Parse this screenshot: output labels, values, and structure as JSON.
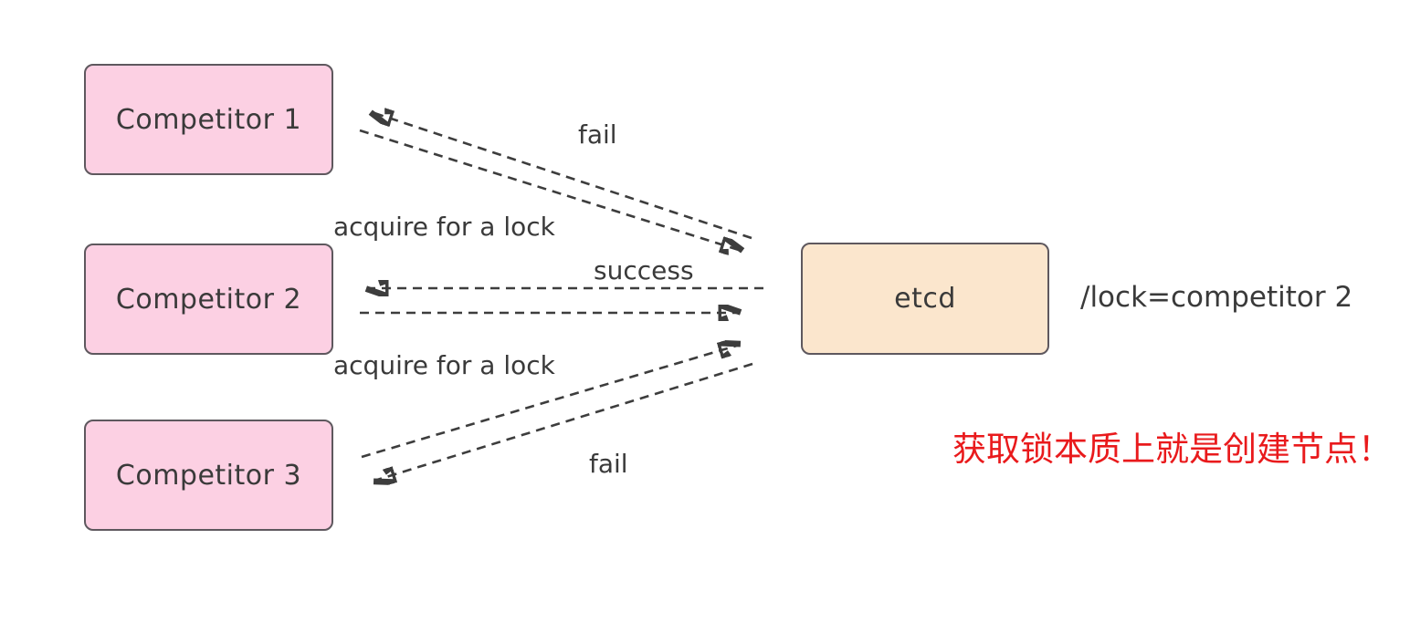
{
  "nodes": {
    "competitor1": {
      "label": "Competitor 1"
    },
    "competitor2": {
      "label": "Competitor 2"
    },
    "competitor3": {
      "label": "Competitor 3"
    },
    "etcd": {
      "label": "etcd"
    }
  },
  "edges": {
    "c1_request": {
      "from": "competitor1",
      "to": "etcd",
      "label": "acquire for a lock",
      "style": "dashed"
    },
    "c1_response": {
      "from": "etcd",
      "to": "competitor1",
      "label": "fail",
      "style": "dashed"
    },
    "c2_request": {
      "from": "competitor2",
      "to": "etcd",
      "label": "",
      "style": "dashed"
    },
    "c2_response": {
      "from": "etcd",
      "to": "competitor2",
      "label": "success",
      "style": "dashed"
    },
    "c3_request": {
      "from": "competitor3",
      "to": "etcd",
      "label": "acquire for a lock",
      "style": "dashed"
    },
    "c3_response": {
      "from": "etcd",
      "to": "competitor3",
      "label": "fail",
      "style": "dashed"
    }
  },
  "annotations": {
    "lock_value": "/lock=competitor 2",
    "note_cn": "获取锁本质上就是创建节点！"
  },
  "colors": {
    "competitor-fill": "#fcd0e3",
    "etcd-fill": "#fbe6cd",
    "node-border": "#5e585e",
    "arrow-color": "#3d3d3d",
    "text-color": "#3a3a3a",
    "note-red": "#e91a1c",
    "bg": "#ffffff"
  }
}
